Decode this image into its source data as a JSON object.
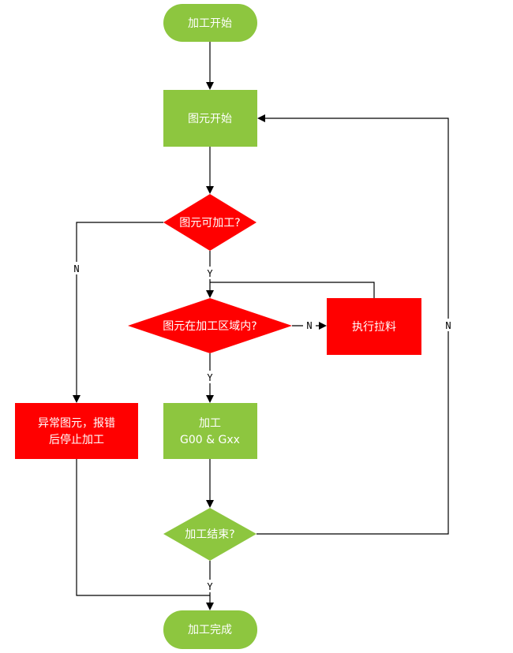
{
  "colors": {
    "green": "#8dc63f",
    "red": "#ff0000",
    "text": "#ffffff",
    "line": "#000000"
  },
  "nodes": {
    "start": {
      "shape": "terminal",
      "color": "green",
      "lines": [
        "加工开始"
      ]
    },
    "element_start": {
      "shape": "process",
      "color": "green",
      "lines": [
        "图元开始"
      ]
    },
    "can_process": {
      "shape": "decision",
      "color": "red",
      "lines": [
        "图元可加工?"
      ]
    },
    "in_region": {
      "shape": "decision",
      "color": "red",
      "lines": [
        "图元在加工区域内?"
      ]
    },
    "pull_material": {
      "shape": "process",
      "color": "red",
      "lines": [
        "执行拉料"
      ]
    },
    "error_stop": {
      "shape": "process",
      "color": "red",
      "lines": [
        "异常图元，报错",
        "后停止加工"
      ]
    },
    "process_g": {
      "shape": "process",
      "color": "green",
      "lines": [
        "加工",
        "G00 & Gxx"
      ]
    },
    "process_done_q": {
      "shape": "decision",
      "color": "green",
      "lines": [
        "加工结束?"
      ]
    },
    "end": {
      "shape": "terminal",
      "color": "green",
      "lines": [
        "加工完成"
      ]
    }
  },
  "edge_labels": {
    "can_process_no": "N",
    "can_process_yes": "Y",
    "in_region_no": "N",
    "in_region_yes": "Y",
    "done_no": "N",
    "done_yes": "Y"
  }
}
